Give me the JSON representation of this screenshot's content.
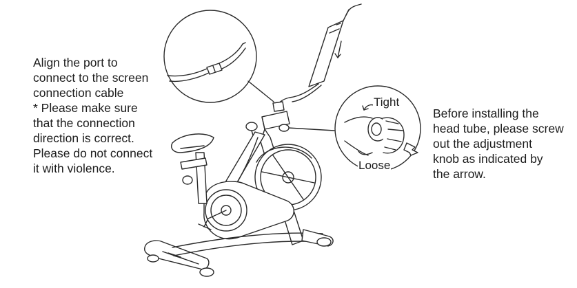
{
  "left_note": {
    "lines": [
      "Align the port to",
      "connect to the screen",
      "connection cable",
      "* Please make sure",
      "that the connection",
      "direction is correct.",
      "Please do not connect",
      "it with violence."
    ]
  },
  "right_note": {
    "lines": [
      "Before installing the",
      "head tube, please screw",
      "out the adjustment",
      "knob as indicated by",
      "the arrow."
    ]
  },
  "knob_labels": {
    "tight": "Tight",
    "loose": "Loose"
  },
  "colors": {
    "line": "#2a2a2a",
    "text": "#1c1c1c",
    "background": "#ffffff"
  },
  "icons": {
    "bike": "spin-bike-line-drawing",
    "connector": "cable-connector-detail",
    "knob": "adjustment-knob-detail",
    "arrow": "direction-arrow"
  }
}
